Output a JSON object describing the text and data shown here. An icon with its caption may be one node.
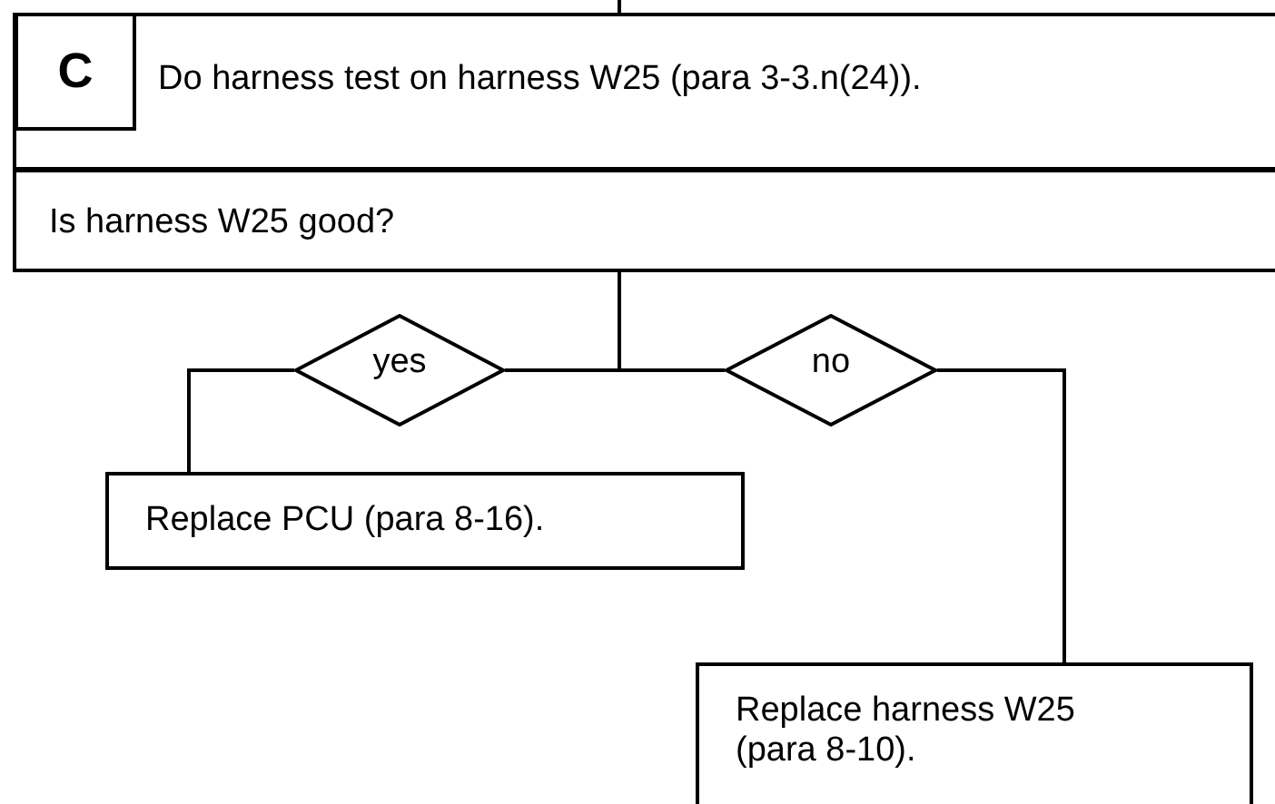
{
  "diagram": {
    "nodes": [
      {
        "text": [
          "Do harness test on harness W25 (para 3-3.n(24))."
        ]
      },
      {
        "text": [
          "C"
        ],
        "in": 0
      },
      {
        "text": [
          "Is harness W25 good?"
        ]
      },
      {
        "text": [
          "yes"
        ]
      },
      {
        "text": [
          "no"
        ]
      },
      {
        "text": [
          "Replace PCU (para 8-16)."
        ]
      },
      {
        "text": [
          "Replace harness W25 (para 8-10)."
        ]
      }
    ],
    "edges": [
      {
        "from": null,
        "to": 0,
        "arrow": "none"
      },
      {
        "from": 2,
        "to": 3,
        "arrow": "none"
      },
      {
        "from": 2,
        "to": 4,
        "arrow": "none"
      },
      {
        "from": 3,
        "to": 5,
        "arrow": "none"
      },
      {
        "from": 4,
        "to": 6,
        "arrow": "none"
      }
    ]
  }
}
